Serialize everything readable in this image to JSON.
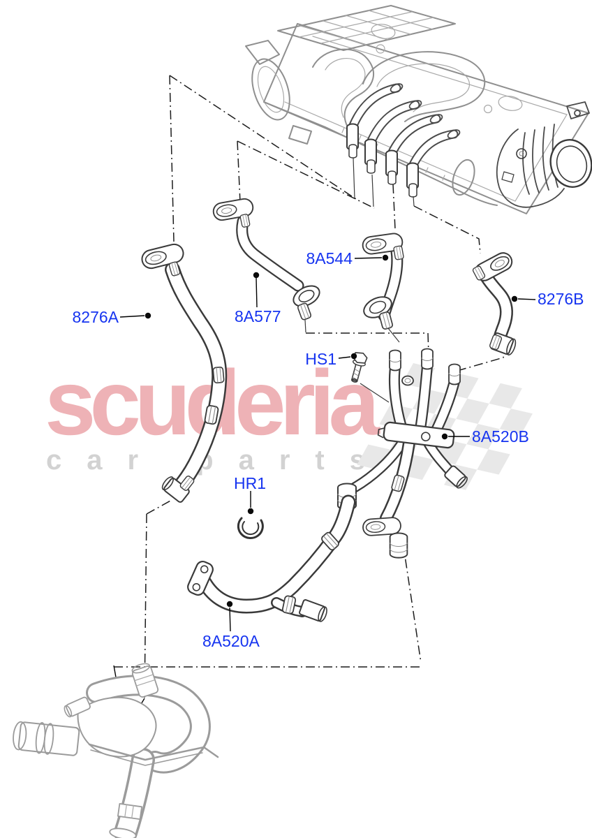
{
  "diagram": {
    "kind": "exploded-parts-diagram",
    "subject": "engine water hoses / charge air cooler connections",
    "label_color": "#1634f0",
    "part_labels": [
      {
        "id": "8276A",
        "text": "8276A"
      },
      {
        "id": "8A577",
        "text": "8A577"
      },
      {
        "id": "8A544",
        "text": "8A544"
      },
      {
        "id": "8276B",
        "text": "8276B"
      },
      {
        "id": "HS1",
        "text": "HS1"
      },
      {
        "id": "8A520B",
        "text": "8A520B"
      },
      {
        "id": "HR1",
        "text": "HR1"
      },
      {
        "id": "8A520A",
        "text": "8A520A"
      }
    ],
    "watermark": {
      "brand": "scuderia",
      "tagline": "car parts",
      "brand_color": "#eeb2b6",
      "tagline_color": "#d2d2d2",
      "flag_color": "#e8e8e8"
    }
  }
}
